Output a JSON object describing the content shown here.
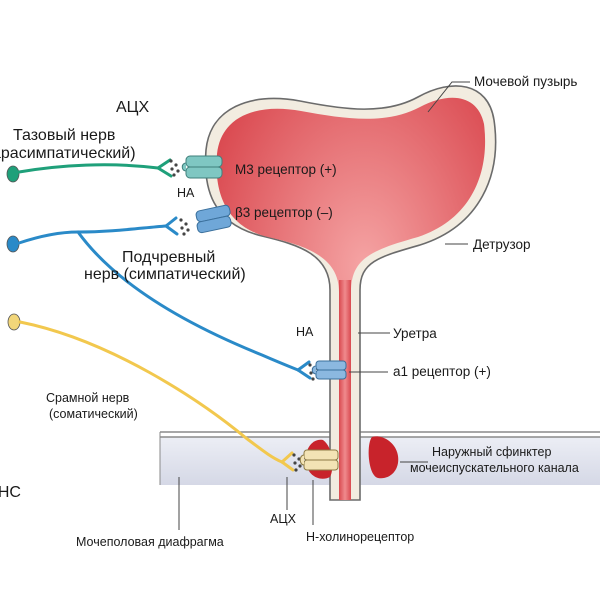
{
  "labels": {
    "ach_top": "АЦХ",
    "pelvic_nerve_line1": "Тазовый нерв",
    "pelvic_nerve_line2": "(парасимпатический)",
    "na_upper": "НА",
    "hypogastric_line1": "Подчревный",
    "hypogastric_line2": "нерв (симпатический)",
    "pudendal_line1": "Срамной нерв",
    "pudendal_line2": "(соматический)",
    "cns": "ЦНС",
    "bladder": "Мочевой пузырь",
    "m3_receptor": "М3 рецептор (+)",
    "b3_receptor": "β3 рецептор (–)",
    "detrusor": "Детрузор",
    "urethra": "Уретра",
    "na_lower": "НА",
    "a1_receptor": "a1 рецептор (+)",
    "sphincter_line1": "Наружный сфинктер",
    "sphincter_line2": "мочеиспускательного канала",
    "ach_bottom": "АЦХ",
    "urogenital_diaphragm": "Мочеполовая диафрагма",
    "n_cholinoreceptor": "Н-холинорецептор"
  },
  "colors": {
    "bladder_fill": "#e0575b",
    "bladder_wall": "#f2ece0",
    "bladder_outline": "#6b6b6b",
    "parasympathetic_nerve": "#1fa07a",
    "sympathetic_nerve": "#2a8ac8",
    "somatic_nerve": "#f2c84e",
    "receptor_m3": "#7fc7c2",
    "receptor_beta3": "#6fa7d8",
    "receptor_a1": "#8bb8e0",
    "receptor_nicotinic": "#f3e3b5",
    "sphincter": "#c8232b",
    "diaphragm": "#dfe1ec"
  }
}
